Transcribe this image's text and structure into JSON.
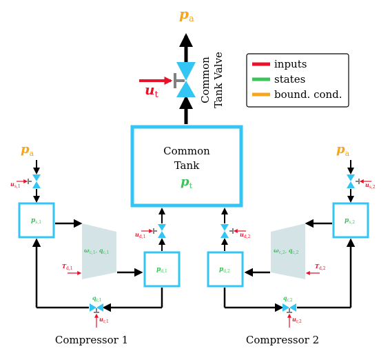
{
  "colors": {
    "input": "#e8132a",
    "state": "#3cc35a",
    "bound": "#f7a51c",
    "valve": "#33c6f4",
    "compressor": "#d3e3e6",
    "stem": "#808080",
    "black": "#000000"
  },
  "top": {
    "p_a_symbol": "p",
    "p_a_sub": "a",
    "u_t_symbol": "u",
    "u_t_sub": "t",
    "valve_label_1": "Common",
    "valve_label_2": "Tank Valve"
  },
  "legend": {
    "items": [
      {
        "label": "inputs",
        "color": "#e8132a"
      },
      {
        "label": "states",
        "color": "#3cc35a"
      },
      {
        "label": "bound. cond.",
        "color": "#f7a51c"
      }
    ]
  },
  "tank": {
    "line1": "Common",
    "line2": "Tank",
    "state_symbol": "p",
    "state_sub": "t"
  },
  "compressor1": {
    "caption": "Compressor 1",
    "p_a_symbol": "p",
    "p_a_sub": "a",
    "u_s": "u",
    "u_s_sub": "s,1",
    "p_s": "p",
    "p_s_sub": "s,1",
    "omega": "ω",
    "omega_sub": "c,1",
    "q": "q",
    "q_sub": "c,1",
    "sep": ", ",
    "T_d": "T",
    "T_d_sub": "d,1",
    "p_d": "p",
    "p_d_sub": "d,1",
    "u_d": "u",
    "u_d_sub": "d,1",
    "q_r": "q",
    "q_r_sub": "r,1",
    "u_r": "u",
    "u_r_sub": "r,1"
  },
  "compressor2": {
    "caption": "Compressor 2",
    "p_a_symbol": "p",
    "p_a_sub": "a",
    "u_s": "u",
    "u_s_sub": "s,2",
    "p_s": "p",
    "p_s_sub": "s,2",
    "omega": "ω",
    "omega_sub": "c,2",
    "q": "q",
    "q_sub": "c,2",
    "sep": ", ",
    "T_d": "T",
    "T_d_sub": "d,2",
    "p_d": "p",
    "p_d_sub": "d,2",
    "u_d": "u",
    "u_d_sub": "d,2",
    "q_r": "q",
    "q_r_sub": "r,2",
    "u_r": "u",
    "u_r_sub": "r,2"
  }
}
